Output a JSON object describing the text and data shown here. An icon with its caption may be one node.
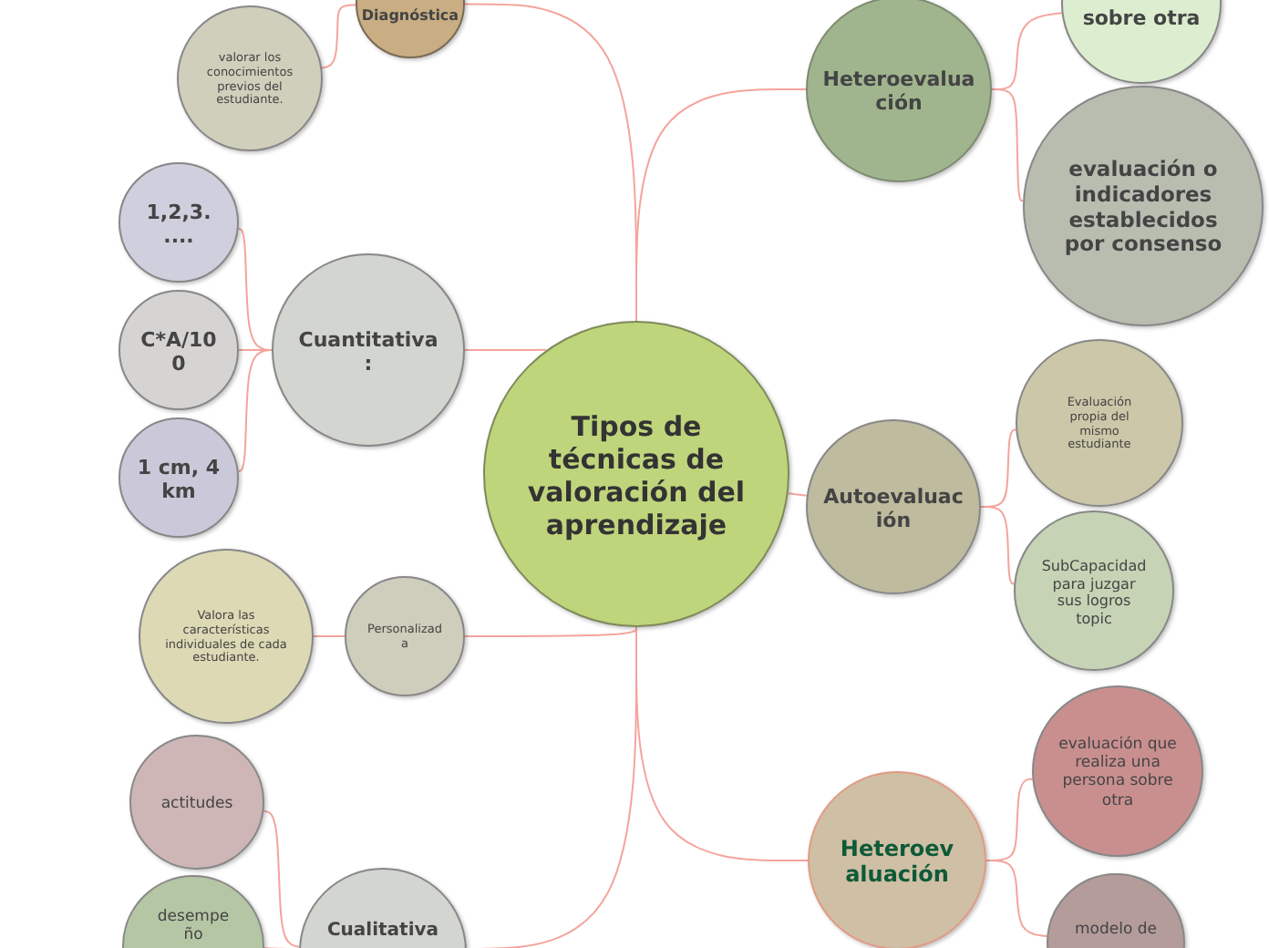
{
  "diagram": {
    "nodes": [
      {
        "text": [
          "Tipos de técnicas de valoración del aprendizaje"
        ]
      },
      {
        "text": [
          "Diagnóstica"
        ]
      },
      {
        "text": [
          "valorar los conocimientos previos del estudiante."
        ]
      },
      {
        "text": [
          "Cuantitativa:"
        ]
      },
      {
        "text": [
          "1,2,3. ...."
        ]
      },
      {
        "text": [
          "C*A/100"
        ]
      },
      {
        "text": [
          "1 cm, 4 km"
        ]
      },
      {
        "text": [
          "Personalizada"
        ]
      },
      {
        "text": [
          "Valora las características individuales de cada estudiante."
        ]
      },
      {
        "text": [
          "Cualitativa"
        ]
      },
      {
        "text": [
          "actitudes"
        ]
      },
      {
        "text": [
          "desempeño"
        ]
      },
      {
        "text": [
          "Heteroevaluación"
        ]
      },
      {
        "text": [
          "sobre otra"
        ]
      },
      {
        "text": [
          "evaluación o indicadores establecidos por consenso"
        ]
      },
      {
        "text": [
          "Autoevaluación"
        ]
      },
      {
        "text": [
          "Evaluación propia del mismo estudiante"
        ]
      },
      {
        "text": [
          "SubCapacidad para juzgar sus logros topic"
        ]
      },
      {
        "text": [
          "Heteroevaluación"
        ]
      },
      {
        "text": [
          "evaluación que realiza una persona sobre otra"
        ]
      },
      {
        "text": [
          "modelo de"
        ]
      }
    ],
    "edges": [
      {
        "from": 0,
        "to": 1,
        "arrow": "none"
      },
      {
        "from": 0,
        "to": 3,
        "arrow": "none"
      },
      {
        "from": 0,
        "to": 7,
        "arrow": "none"
      },
      {
        "from": 0,
        "to": 9,
        "arrow": "none"
      },
      {
        "from": 0,
        "to": 12,
        "arrow": "none"
      },
      {
        "from": 0,
        "to": 15,
        "arrow": "none"
      },
      {
        "from": 0,
        "to": 18,
        "arrow": "none"
      },
      {
        "from": 1,
        "to": 2,
        "arrow": "none"
      },
      {
        "from": 3,
        "to": 4,
        "arrow": "none"
      },
      {
        "from": 3,
        "to": 5,
        "arrow": "none"
      },
      {
        "from": 3,
        "to": 6,
        "arrow": "none"
      },
      {
        "from": 7,
        "to": 8,
        "arrow": "none"
      },
      {
        "from": 9,
        "to": 10,
        "arrow": "none"
      },
      {
        "from": 9,
        "to": 11,
        "arrow": "none"
      },
      {
        "from": 12,
        "to": 13,
        "arrow": "none"
      },
      {
        "from": 12,
        "to": 14,
        "arrow": "none"
      },
      {
        "from": 15,
        "to": 16,
        "arrow": "none"
      },
      {
        "from": 15,
        "to": 17,
        "arrow": "none"
      },
      {
        "from": 18,
        "to": 19,
        "arrow": "none"
      },
      {
        "from": 18,
        "to": 20,
        "arrow": "none"
      }
    ]
  }
}
